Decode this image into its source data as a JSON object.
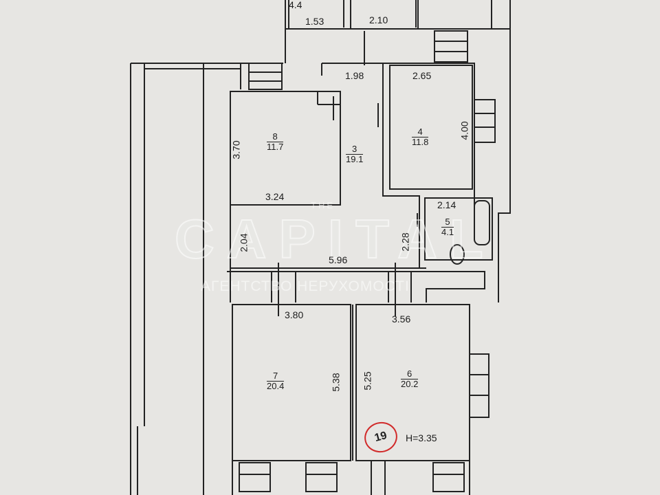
{
  "watermark": {
    "top": "THE",
    "main": "CAPITAL",
    "sub": "АГЕНТСТВО НЕРУХОМОСТІ"
  },
  "rooms": [
    {
      "number": "8",
      "area": "11.7"
    },
    {
      "number": "3",
      "area": "19.1"
    },
    {
      "number": "4",
      "area": "11.8"
    },
    {
      "number": "5",
      "area": "4.1"
    },
    {
      "number": "7",
      "area": "20.4"
    },
    {
      "number": "6",
      "area": "20.2"
    }
  ],
  "dimensions": {
    "top_partial": "4.4",
    "top_left": "1.53",
    "top_mid": "2.10",
    "corridor_top": "1.98",
    "room4_width": "2.65",
    "room4_height": "4.00",
    "room8_height": "3.70",
    "room8_width": "3.24",
    "bath_width": "2.14",
    "hall_left": "2.04",
    "hall_width": "5.96",
    "hall_right": "2.28",
    "room7_width": "3.80",
    "room6_width": "3.56",
    "room7_height": "5.38",
    "room6_height": "5.25"
  },
  "inventory_mark": "19",
  "ceiling_height": "H=3.35",
  "colors": {
    "paper": "#e7e6e3",
    "wall": "#222222",
    "stamp": "#d12a2a"
  }
}
